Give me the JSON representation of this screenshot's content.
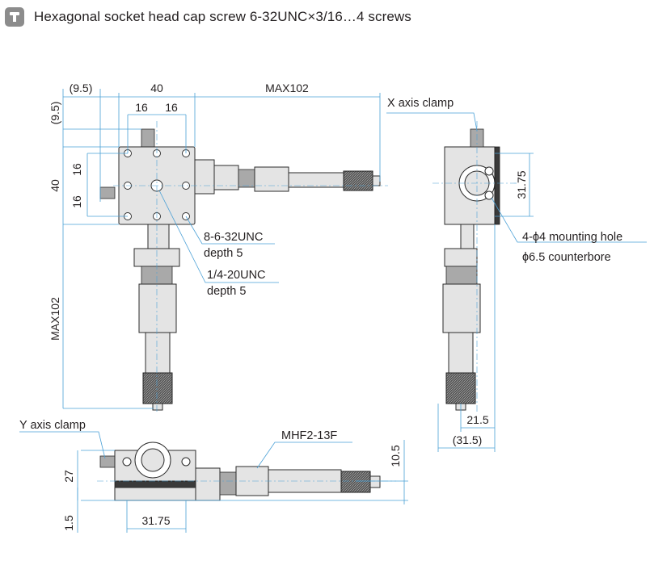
{
  "header": {
    "title": "Hexagonal socket head cap screw 6-32UNC×3/16…4 screws",
    "icon": "screw-icon",
    "icon_color": "#8c8c8c"
  },
  "accent_color": "#4aa0d6",
  "dimensions": {
    "d_9_5_top": "(9.5)",
    "d_40_top": "40",
    "d_max102_top": "MAX102",
    "d_9_5_left": "(9.5)",
    "d_16_a": "16",
    "d_16_b": "16",
    "d_16_c": "16",
    "d_16_d": "16",
    "d_40_left": "40",
    "d_max102_left": "MAX102",
    "d_31_75_side": "31.75",
    "d_21_5": "21.5",
    "d_31_5": "(31.5)",
    "d_27": "27",
    "d_1_5": "1.5",
    "d_31_75_bottom": "31.75",
    "d_10_5": "10.5"
  },
  "labels": {
    "x_axis_clamp": "X axis clamp",
    "y_axis_clamp": "Y axis clamp",
    "thread_8": "8-6-32UNC",
    "depth_5_a": "depth 5",
    "thread_quarter": "1/4-20UNC",
    "depth_5_b": "depth 5",
    "mounting_hole": "4-ϕ4 mounting hole",
    "counterbore": "ϕ6.5 counterbore",
    "micrometer_model": "MHF2-13F"
  }
}
